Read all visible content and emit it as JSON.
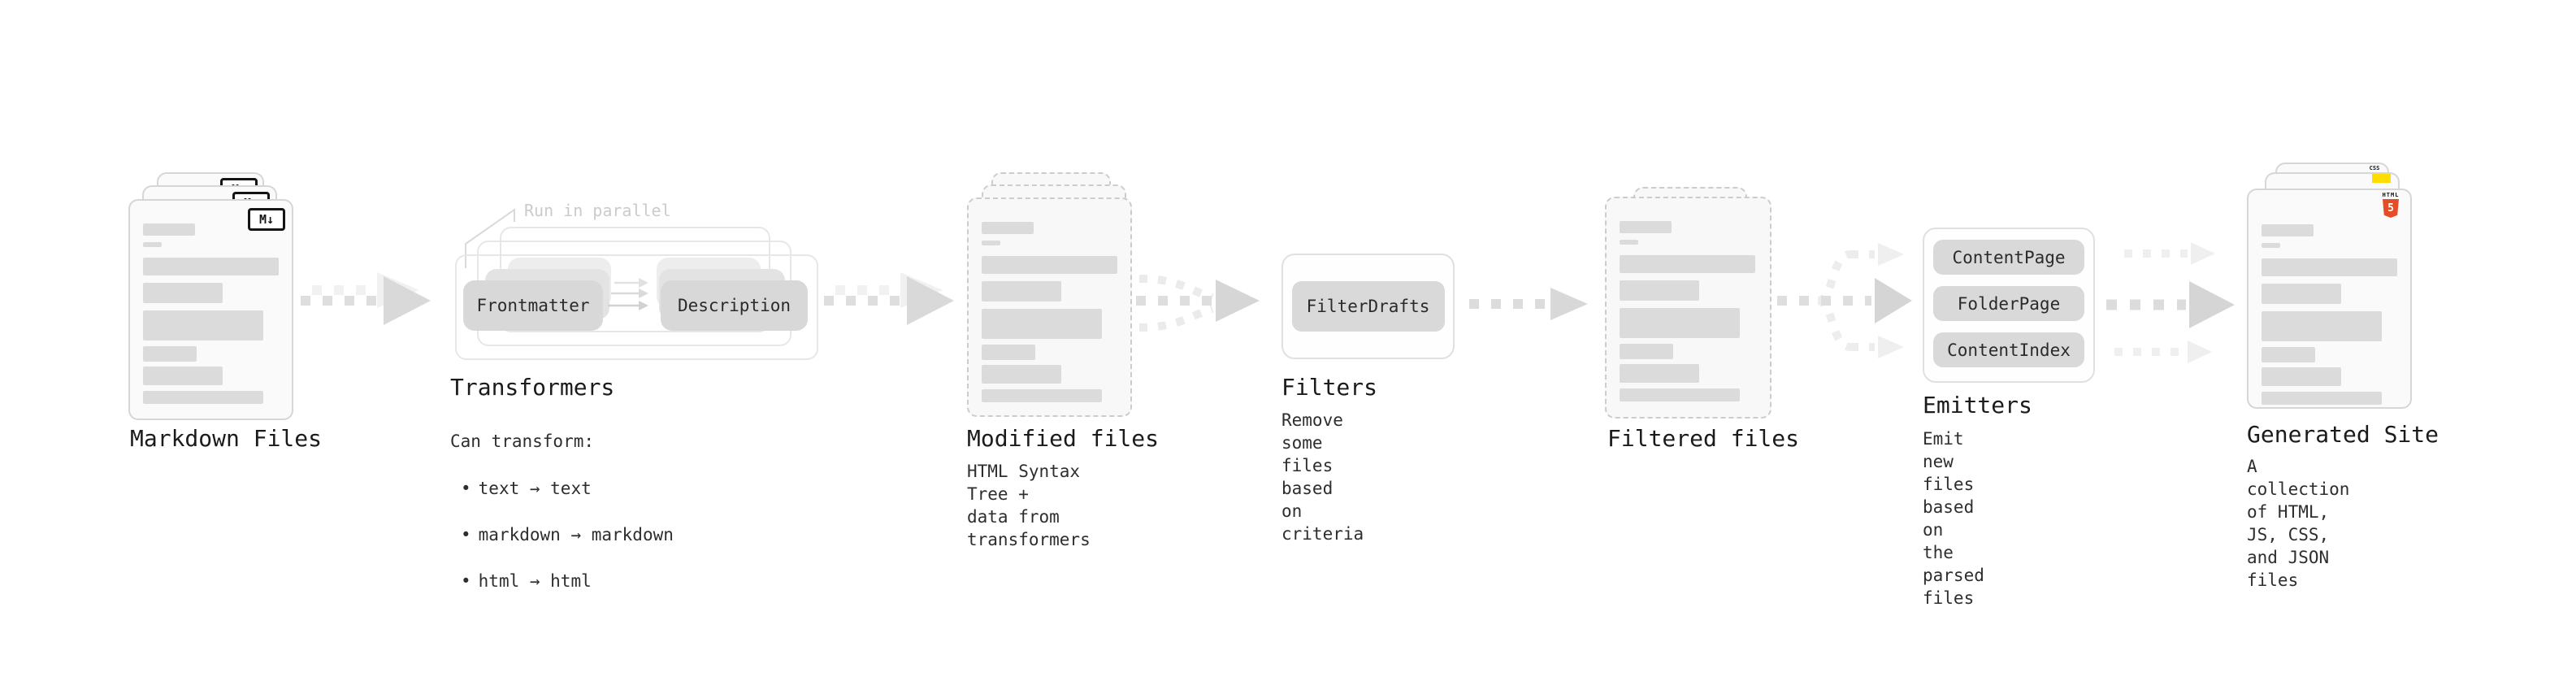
{
  "stages": {
    "markdown": {
      "label": "Markdown Files",
      "badge": "M↓"
    },
    "transformers": {
      "label": "Transformers",
      "annotation": "Run in parallel",
      "pill_left": "Frontmatter",
      "pill_right": "Description",
      "heading": "Can transform:",
      "bullet_marker": "•",
      "bullets": [
        "text → text",
        "markdown → markdown",
        "html → html"
      ]
    },
    "modified": {
      "label": "Modified files",
      "description": "HTML Syntax Tree +\ndata from transformers"
    },
    "filters": {
      "label": "Filters",
      "pill": "FilterDrafts",
      "description": "Remove some files based\non criteria"
    },
    "filtered": {
      "label": "Filtered files"
    },
    "emitters": {
      "label": "Emitters",
      "pills": [
        "ContentPage",
        "FolderPage",
        "ContentIndex"
      ],
      "description": "Emit new files based on\nthe parsed files"
    },
    "generated": {
      "label": "Generated Site",
      "description": "A collection of HTML,\nJS, CSS, and JSON files",
      "css_badge": "CSS",
      "html_badge": "HTML",
      "html_badge_number": "5"
    }
  },
  "colors": {
    "html5_orange": "#e44d26",
    "js_yellow": "#ffdd00",
    "css_blue": "#2b5fe3"
  }
}
